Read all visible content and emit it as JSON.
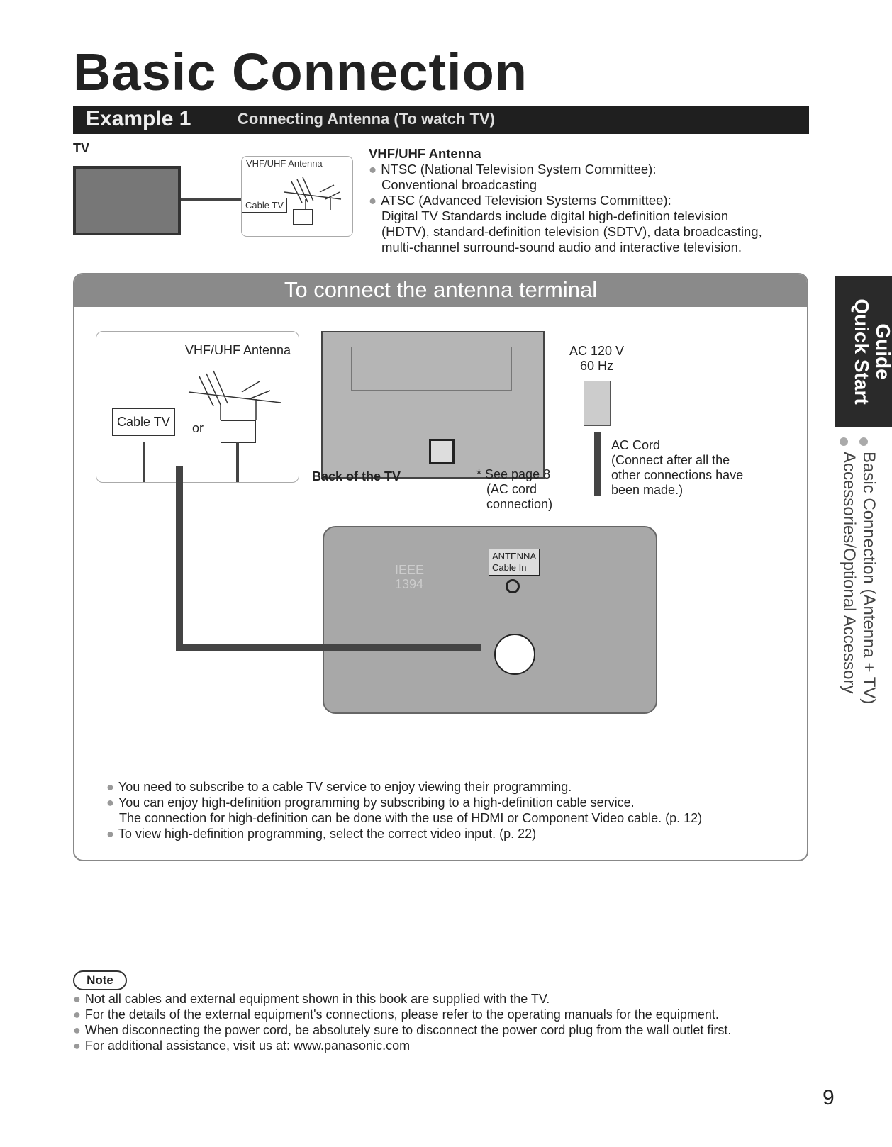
{
  "title": "Basic Connection",
  "example_bar": {
    "label": "Example 1",
    "subtitle": "Connecting Antenna (To watch TV)"
  },
  "top_diagram": {
    "tv_label": "TV",
    "antenna_label": "VHF/UHF Antenna",
    "cable_label": "Cable TV"
  },
  "antenna_desc": {
    "heading": "VHF/UHF Antenna",
    "items": [
      {
        "main": "NTSC (National Television System Committee):",
        "sub": [
          "Conventional broadcasting"
        ]
      },
      {
        "main": "ATSC (Advanced Television Systems Committee):",
        "sub": [
          "Digital TV Standards include digital high-definition television",
          "(HDTV), standard-definition television (SDTV), data broadcasting,",
          "multi-channel surround-sound audio and interactive television."
        ]
      }
    ]
  },
  "panel": {
    "title": "To connect the antenna terminal",
    "antenna_label": "VHF/UHF Antenna",
    "cable_label": "Cable TV",
    "or_label": "or",
    "back_label": "Back of the TV",
    "ac_label": "AC 120 V",
    "hz_label": "60 Hz",
    "see_page": [
      "* See page 8",
      "(AC cord",
      "connection)"
    ],
    "ac_cord": [
      "AC Cord",
      "(Connect after all the",
      "other connections have",
      "been made.)"
    ],
    "terminal_labels": [
      "ANTENNA",
      "Cable In"
    ],
    "ieee": [
      "IEEE",
      "1394"
    ],
    "bullets": [
      "You need to subscribe to a cable TV service to enjoy viewing their programming.",
      "You can enjoy high-definition programming by subscribing to a high-definition cable service.",
      "The connection for high-definition can be done with the use of HDMI or Component Video cable. (p. 12)",
      "To view high-definition programming, select the correct video input. (p. 22)"
    ]
  },
  "side_tab": {
    "line1": "Quick Start",
    "line2": "Guide"
  },
  "side_nav": [
    "Basic Connection (Antenna + TV)",
    "Accessories/Optional Accessory"
  ],
  "note": {
    "badge": "Note",
    "items": [
      "Not all cables and external equipment shown in this book are supplied with the TV.",
      "For the details of the external equipment's connections, please refer to the operating manuals for the equipment.",
      "When disconnecting the power cord, be absolutely sure to disconnect the power cord plug from the wall outlet first.",
      "For additional assistance, visit us at:  www.panasonic.com"
    ]
  },
  "page_number": "9"
}
